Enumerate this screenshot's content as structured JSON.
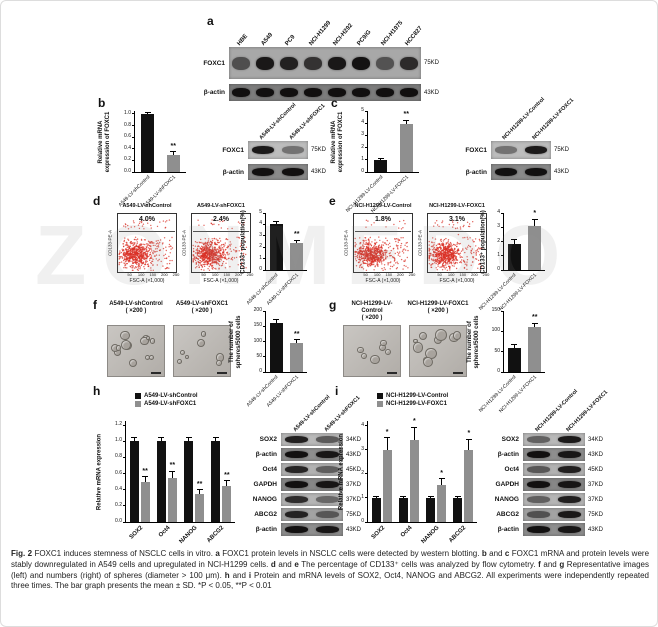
{
  "figure": {
    "watermark": "ZONMEDO",
    "caption_segments": [
      {
        "t": "Fig. 2",
        "b": true
      },
      {
        "t": " FOXC1 induces stemness of NSCLC cells in vitro. ",
        "b": false
      },
      {
        "t": "a",
        "b": true
      },
      {
        "t": " FOXC1 protein levels in NSCLC cells were detected by western blotting. ",
        "b": false
      },
      {
        "t": "b",
        "b": true
      },
      {
        "t": " and ",
        "b": false
      },
      {
        "t": "c",
        "b": true
      },
      {
        "t": " FOXC1 mRNA and protein levels were stably downregulated in A549 cells and upregulated in NCI-H1299 cells. ",
        "b": false
      },
      {
        "t": "d",
        "b": true
      },
      {
        "t": " and ",
        "b": false
      },
      {
        "t": "e",
        "b": true
      },
      {
        "t": " The percentage of CD133⁺ cells was analyzed by flow cytometry. ",
        "b": false
      },
      {
        "t": "f",
        "b": true
      },
      {
        "t": " and ",
        "b": false
      },
      {
        "t": "g",
        "b": true
      },
      {
        "t": " Representative images (left) and numbers (right) of spheres (diameter > 100 μm). ",
        "b": false
      },
      {
        "t": "h",
        "b": true
      },
      {
        "t": " and ",
        "b": false
      },
      {
        "t": "i",
        "b": true
      },
      {
        "t": " Protein and mRNA levels of SOX2, Oct4, NANOG and ABCG2. All experiments were independently repeated three times. The bar graph presents the mean ± SD. *P < 0.05, **P < 0.01",
        "b": false
      }
    ]
  },
  "panel_labels": {
    "a": "a",
    "b": "b",
    "c": "c",
    "d": "d",
    "e": "e",
    "f": "f",
    "g": "g",
    "h": "h",
    "i": "i"
  },
  "chart_data": [
    {
      "id": "b",
      "type": "bar",
      "ylabel": "Relative mRNA expression of FOXC1",
      "categories": [
        "A549-LV-shControl",
        "A549-LV-shFOXC1"
      ],
      "values": [
        1.0,
        0.3
      ],
      "errors": [
        0.03,
        0.05
      ],
      "stars": [
        "",
        "**"
      ],
      "colors": [
        "#111111",
        "#8f8f8f"
      ],
      "ylim": [
        0,
        1.05
      ],
      "yticks": [
        0,
        0.2,
        0.4,
        0.6,
        0.8,
        1.0
      ],
      "ytick_labels": [
        "0.0",
        "0.2",
        "0.4",
        "0.6",
        "0.8",
        "1.0"
      ]
    },
    {
      "id": "c",
      "type": "bar",
      "ylabel": "Relative mRNA expression of FOXC1",
      "categories": [
        "NCI-H1299-LV-Control",
        "NCI-H1299-LV-FOXC1"
      ],
      "values": [
        1.0,
        3.9
      ],
      "errors": [
        0.1,
        0.35
      ],
      "stars": [
        "",
        "**"
      ],
      "colors": [
        "#111111",
        "#8f8f8f"
      ],
      "ylim": [
        0,
        5
      ],
      "yticks": [
        0,
        1,
        2,
        3,
        4,
        5
      ],
      "ytick_labels": [
        "0",
        "1",
        "2",
        "3",
        "4",
        "5"
      ]
    },
    {
      "id": "d",
      "type": "bar",
      "ylabel": "CD133⁺ population(%)",
      "categories": [
        "A549-LV-shControl",
        "A549-LV-shFOXC1"
      ],
      "values": [
        4.0,
        2.4
      ],
      "errors": [
        0.25,
        0.2
      ],
      "stars": [
        "",
        "**"
      ],
      "colors": [
        "#111111",
        "#8f8f8f"
      ],
      "ylim": [
        0,
        5
      ],
      "yticks": [
        0,
        1,
        2,
        3,
        4,
        5
      ],
      "ytick_labels": [
        "0",
        "1",
        "2",
        "3",
        "4",
        "5"
      ]
    },
    {
      "id": "e",
      "type": "bar",
      "ylabel": "CD133⁺ population(%)",
      "categories": [
        "NCI-H1299-LV-Control",
        "NCI-H1299-LV-FOXC1"
      ],
      "values": [
        1.8,
        3.1
      ],
      "errors": [
        0.35,
        0.45
      ],
      "stars": [
        "",
        "*"
      ],
      "colors": [
        "#111111",
        "#8f8f8f"
      ],
      "ylim": [
        0,
        4
      ],
      "yticks": [
        0,
        1,
        2,
        3,
        4
      ],
      "ytick_labels": [
        "0",
        "1",
        "2",
        "3",
        "4"
      ]
    },
    {
      "id": "f",
      "type": "bar",
      "ylabel": "The number of spheres/5000 cells",
      "categories": [
        "A549-LV-shControl",
        "A549-LV-shFOXC1"
      ],
      "values": [
        160,
        95
      ],
      "errors": [
        12,
        10
      ],
      "stars": [
        "",
        "**"
      ],
      "colors": [
        "#111111",
        "#8f8f8f"
      ],
      "ylim": [
        0,
        200
      ],
      "yticks": [
        0,
        50,
        100,
        150,
        200
      ],
      "ytick_labels": [
        "0",
        "50",
        "100",
        "150",
        "200"
      ]
    },
    {
      "id": "g",
      "type": "bar",
      "ylabel": "The number of spheres/5000 cells",
      "categories": [
        "NCI-H1299-LV-Control",
        "NCI-H1299-LV-FOXC1"
      ],
      "values": [
        60,
        110
      ],
      "errors": [
        8,
        10
      ],
      "stars": [
        "",
        "**"
      ],
      "colors": [
        "#111111",
        "#8f8f8f"
      ],
      "ylim": [
        0,
        150
      ],
      "yticks": [
        0,
        50,
        100,
        150
      ],
      "ytick_labels": [
        "0",
        "50",
        "100",
        "150"
      ]
    },
    {
      "id": "h",
      "type": "grouped_bar",
      "ylabel": "Relative mRNA expression",
      "categories": [
        "SOX2",
        "Oct4",
        "NANOG",
        "ABCG2"
      ],
      "series": [
        {
          "name": "A549-LV-shControl",
          "color": "#111111",
          "values": [
            1,
            1,
            1,
            1
          ],
          "errors": [
            0.05,
            0.05,
            0.05,
            0.05
          ],
          "stars": [
            "",
            "",
            "",
            ""
          ]
        },
        {
          "name": "A549-LV-shFOXC1",
          "color": "#8f8f8f",
          "values": [
            0.5,
            0.55,
            0.35,
            0.45
          ],
          "errors": [
            0.06,
            0.08,
            0.05,
            0.06
          ],
          "stars": [
            "**",
            "**",
            "**",
            "**"
          ]
        }
      ],
      "ylim": [
        0,
        1.25
      ],
      "yticks": [
        0,
        0.2,
        0.4,
        0.6,
        0.8,
        1.0,
        1.2
      ],
      "ytick_labels": [
        "0.0",
        "0.2",
        "0.4",
        "0.6",
        "0.8",
        "1.0",
        "1.2"
      ]
    },
    {
      "id": "i",
      "type": "grouped_bar",
      "ylabel": "Relative mRNA expression",
      "categories": [
        "SOX2",
        "Oct4",
        "NANOG",
        "ABCG2"
      ],
      "series": [
        {
          "name": "NCI-H1299-LV-Control",
          "color": "#111111",
          "values": [
            1,
            1,
            1,
            1
          ],
          "errors": [
            0.08,
            0.08,
            0.08,
            0.08
          ],
          "stars": [
            "",
            "",
            "",
            ""
          ]
        },
        {
          "name": "NCI-H1299-LV-FOXC1",
          "color": "#8f8f8f",
          "values": [
            3.0,
            3.4,
            1.55,
            3.0
          ],
          "errors": [
            0.5,
            0.55,
            0.25,
            0.45
          ],
          "stars": [
            "*",
            "*",
            "*",
            "*"
          ]
        }
      ],
      "ylim": [
        0,
        4.2
      ],
      "yticks": [
        0,
        1,
        2,
        3,
        4
      ],
      "ytick_labels": [
        "0",
        "1",
        "2",
        "3",
        "4"
      ]
    }
  ],
  "flow_data": {
    "xlabel": "FSC-A (×1,000)",
    "ylabel": "CD133-PE-A",
    "xticks": [
      "50",
      "100",
      "150",
      "200",
      "250"
    ],
    "plots": [
      {
        "title": "A549-LV-shControl",
        "percent": "4.0%"
      },
      {
        "title": "A549-LV-shFOXC1",
        "percent": "2.4%"
      },
      {
        "title": "NCI-H1299-LV-Control",
        "percent": "1.8%"
      },
      {
        "title": "NCI-H1299-LV-FOXC1",
        "percent": "3.1%"
      }
    ]
  },
  "micro_data": {
    "images": [
      {
        "title": "A549-LV-shControl",
        "mag": "( ×200 )",
        "spheres": 13,
        "smax": 6
      },
      {
        "title": "A549-LV-shFOXC1",
        "mag": "( ×200 )",
        "spheres": 7,
        "smax": 5
      },
      {
        "title": "NCI-H1299-LV-Control",
        "mag": "( ×200 )",
        "spheres": 6,
        "smax": 6
      },
      {
        "title": "NCI-H1299-LV-FOXC1",
        "mag": "( ×200 )",
        "spheres": 10,
        "smax": 8
      }
    ]
  },
  "blot_data": [
    {
      "lane_labels": [
        "HBE",
        "A549",
        "PC9",
        "NCI-H1299",
        "NCI-H292",
        "PC9/G",
        "NCI-H1975",
        "HCC827"
      ],
      "rows": [
        {
          "protein": "FOXC1",
          "kd": "75KD",
          "bg": "#a8a8a8",
          "h": 32,
          "band": 13,
          "intensities": [
            0.5,
            0.95,
            0.88,
            0.72,
            0.95,
            1.0,
            0.45,
            0.8
          ]
        },
        {
          "protein": "β-actin",
          "kd": "43KD",
          "bg": "#7c7c7c",
          "h": 17,
          "band": 9,
          "intensities": [
            1,
            1,
            1,
            1,
            1,
            1,
            1,
            1
          ]
        }
      ]
    },
    {
      "lane_labels": [
        "A549-LV-shControl",
        "A549-LV-shFOXC1"
      ],
      "rows": [
        {
          "protein": "FOXC1",
          "kd": "75KD",
          "bg": "#bdbdbd",
          "h": 18,
          "band": 8,
          "intensities": [
            0.95,
            0.3
          ]
        },
        {
          "protein": "β-actin",
          "kd": "43KD",
          "bg": "#8a8a8a",
          "h": 16,
          "band": 8,
          "intensities": [
            1,
            1
          ]
        }
      ]
    },
    {
      "lane_labels": [
        "NCI-H1299-LV-Control",
        "NCI-H1299-LV-FOXC1"
      ],
      "rows": [
        {
          "protein": "FOXC1",
          "kd": "75KD",
          "bg": "#bdbdbd",
          "h": 18,
          "band": 8,
          "intensities": [
            0.3,
            0.95
          ]
        },
        {
          "protein": "β-actin",
          "kd": "43KD",
          "bg": "#8a8a8a",
          "h": 16,
          "band": 8,
          "intensities": [
            1,
            1
          ]
        }
      ]
    },
    {
      "lane_labels": [
        "A549-LV-shControl",
        "A549-LV-shFOXC1"
      ],
      "rows": [
        {
          "protein": "SOX2",
          "kd": "34KD",
          "bg": "#b9b9b9",
          "h": 13,
          "band": 7,
          "intensities": [
            0.9,
            0.45
          ]
        },
        {
          "protein": "β-actin",
          "kd": "43KD",
          "bg": "#8e8e8e",
          "h": 13,
          "band": 7,
          "intensities": [
            1,
            0.95
          ]
        },
        {
          "protein": "Oct4",
          "kd": "45KD",
          "bg": "#b2b2b2",
          "h": 13,
          "band": 7,
          "intensities": [
            0.85,
            0.4
          ]
        },
        {
          "protein": "GAPDH",
          "kd": "37KD",
          "bg": "#878787",
          "h": 13,
          "band": 7,
          "intensities": [
            1,
            0.95
          ]
        },
        {
          "protein": "NANOG",
          "kd": "37KD",
          "bg": "#b5b5b5",
          "h": 13,
          "band": 7,
          "intensities": [
            0.8,
            0.35
          ]
        },
        {
          "protein": "ABCG2",
          "kd": "75KD",
          "bg": "#a3a3a3",
          "h": 13,
          "band": 7,
          "intensities": [
            0.85,
            0.4
          ]
        },
        {
          "protein": "β-actin",
          "kd": "43KD",
          "bg": "#8e8e8e",
          "h": 13,
          "band": 7,
          "intensities": [
            1,
            0.95
          ]
        }
      ]
    },
    {
      "lane_labels": [
        "NCI-H1299-LV-Control",
        "NCI-H1299-LV-FOXC1"
      ],
      "rows": [
        {
          "protein": "SOX2",
          "kd": "34KD",
          "bg": "#b9b9b9",
          "h": 13,
          "band": 7,
          "intensities": [
            0.4,
            0.95
          ]
        },
        {
          "protein": "β-actin",
          "kd": "43KD",
          "bg": "#8e8e8e",
          "h": 13,
          "band": 7,
          "intensities": [
            1,
            0.95
          ]
        },
        {
          "protein": "Oct4",
          "kd": "45KD",
          "bg": "#b2b2b2",
          "h": 13,
          "band": 7,
          "intensities": [
            0.45,
            0.9
          ]
        },
        {
          "protein": "GAPDH",
          "kd": "37KD",
          "bg": "#878787",
          "h": 13,
          "band": 7,
          "intensities": [
            1,
            0.95
          ]
        },
        {
          "protein": "NANOG",
          "kd": "37KD",
          "bg": "#b5b5b5",
          "h": 13,
          "band": 7,
          "intensities": [
            0.4,
            0.9
          ]
        },
        {
          "protein": "ABCG2",
          "kd": "75KD",
          "bg": "#a3a3a3",
          "h": 13,
          "band": 7,
          "intensities": [
            0.45,
            0.95
          ]
        },
        {
          "protein": "β-actin",
          "kd": "43KD",
          "bg": "#8e8e8e",
          "h": 13,
          "band": 7,
          "intensities": [
            1,
            0.95
          ]
        }
      ]
    }
  ]
}
